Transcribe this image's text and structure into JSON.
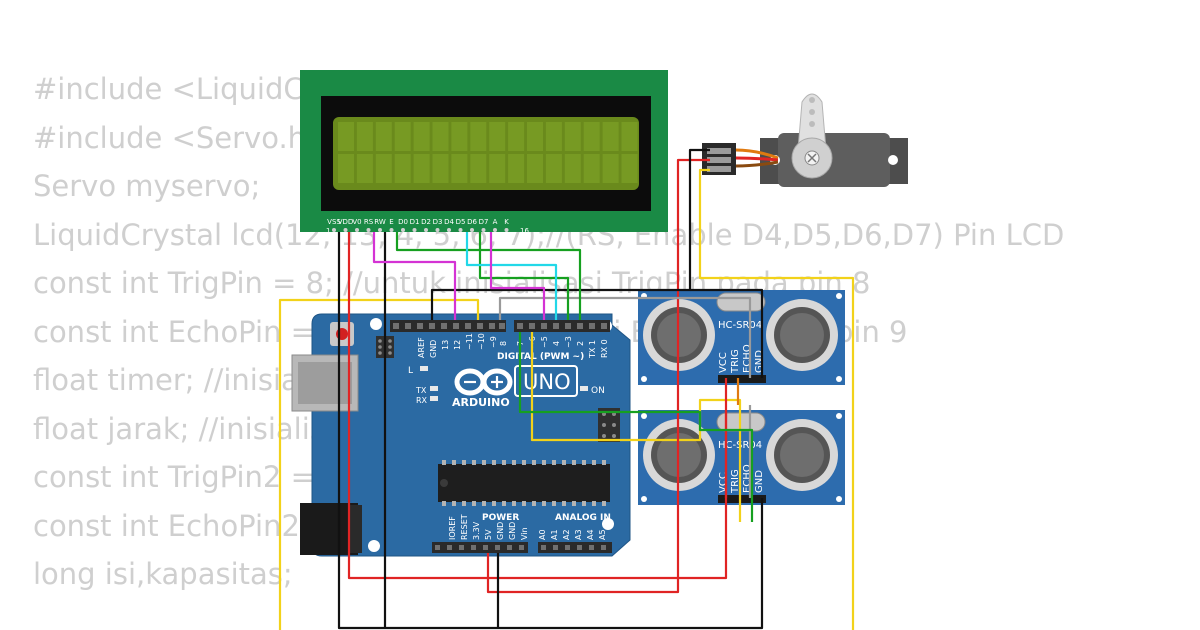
{
  "code_lines": [
    "#include <LiquidCrystal.h> //library LCD",
    "#include <Servo.h>",
    "Servo myservo;",
    "LiquidCrystal lcd(12, 13, 4, 5, 6, 7);//(RS, Enable D4,D5,D6,D7) Pin LCD",
    "const int TrigPin = 8; //untuk inisialisasi TrigPin pada pin 8",
    "const int EchoPin = 9; //untuk inisialisasi EchoPin pada pin 9",
    "float timer; //inisialisasi variabel timer",
    "float jarak; //inisialisasi variabel jarak",
    "const int TrigPin2 = 10;",
    "const int EchoPin2 = 11;",
    "long isi,kapasitas;"
  ],
  "lcd": {
    "pin_labels": [
      "VSS",
      "VDD",
      "V0",
      "RS",
      "RW",
      "E",
      "D0",
      "D1",
      "D2",
      "D3",
      "D4",
      "D5",
      "D6",
      "D7",
      "A",
      "K"
    ],
    "pin_first": "1",
    "pin_last": "16"
  },
  "arduino": {
    "brand": "ARDUINO",
    "model": "UNO",
    "digital_label": "DIGITAL (PWM ~)",
    "digital_pins": [
      "AREF",
      "GND",
      "13",
      "12",
      "~11",
      "~10",
      "~9",
      "8",
      "7",
      "~6",
      "~5",
      "4",
      "~3",
      "2",
      "TX 1",
      "RX 0"
    ],
    "power_label": "POWER",
    "analog_label": "ANALOG IN",
    "power_pins": [
      "IOREF",
      "RESET",
      "3.3V",
      "5V",
      "GND",
      "GND",
      "Vin"
    ],
    "analog_pins": [
      "A0",
      "A1",
      "A2",
      "A3",
      "A4",
      "A5"
    ],
    "led_l": "L",
    "led_tx": "TX",
    "led_rx": "RX",
    "on_label": "ON"
  },
  "sensors": [
    {
      "label": "HC-SR04",
      "pins": [
        "VCC",
        "TRIG",
        "ECHO",
        "GND"
      ]
    },
    {
      "label": "HC-SR04",
      "pins": [
        "VCC",
        "TRIG",
        "ECHO",
        "GND"
      ]
    }
  ],
  "colors": {
    "board": "#2b6aa3",
    "lcd_pcb": "#1a8a45",
    "lcd_screen": "#6a8a1c",
    "sensor_pcb": "#2d6cae",
    "wire_red": "#e02424",
    "wire_black": "#111111",
    "wire_yellow": "#f2d21a",
    "wire_green": "#16a020",
    "wire_cyan": "#22d8e8",
    "wire_magenta": "#d433d4",
    "wire_gray": "#9a9a9a",
    "wire_orange": "#e07a10"
  },
  "icons": [
    "arduino-infinity-logo",
    "servo-motor",
    "ultrasonic-sensor",
    "dc-jack",
    "usb-port",
    "reset-button"
  ]
}
